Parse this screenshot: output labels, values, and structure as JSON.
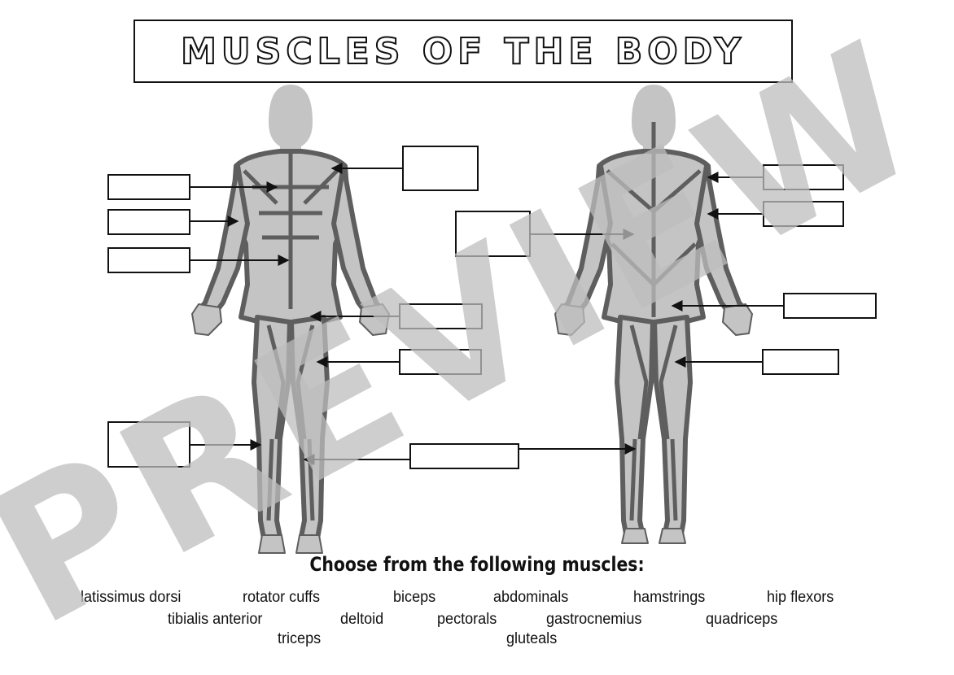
{
  "worksheet": {
    "title": "MUSCLES OF THE BODY",
    "instructions_heading": "Choose from the following muscles:",
    "word_bank": [
      "latissimus dorsi",
      "rotator cuffs",
      "biceps",
      "abdominals",
      "hamstrings",
      "hip flexors",
      "tibialis anterior",
      "deltoid",
      "pectorals",
      "gastrocnemius",
      "quadriceps",
      "triceps",
      "gluteals"
    ],
    "watermark": "PREVIEW"
  },
  "colors": {
    "muscle_fill": "#c4c4c4",
    "muscle_line": "#5e5e5e",
    "outline": "#111111",
    "watermark": "#bdbdbd"
  }
}
